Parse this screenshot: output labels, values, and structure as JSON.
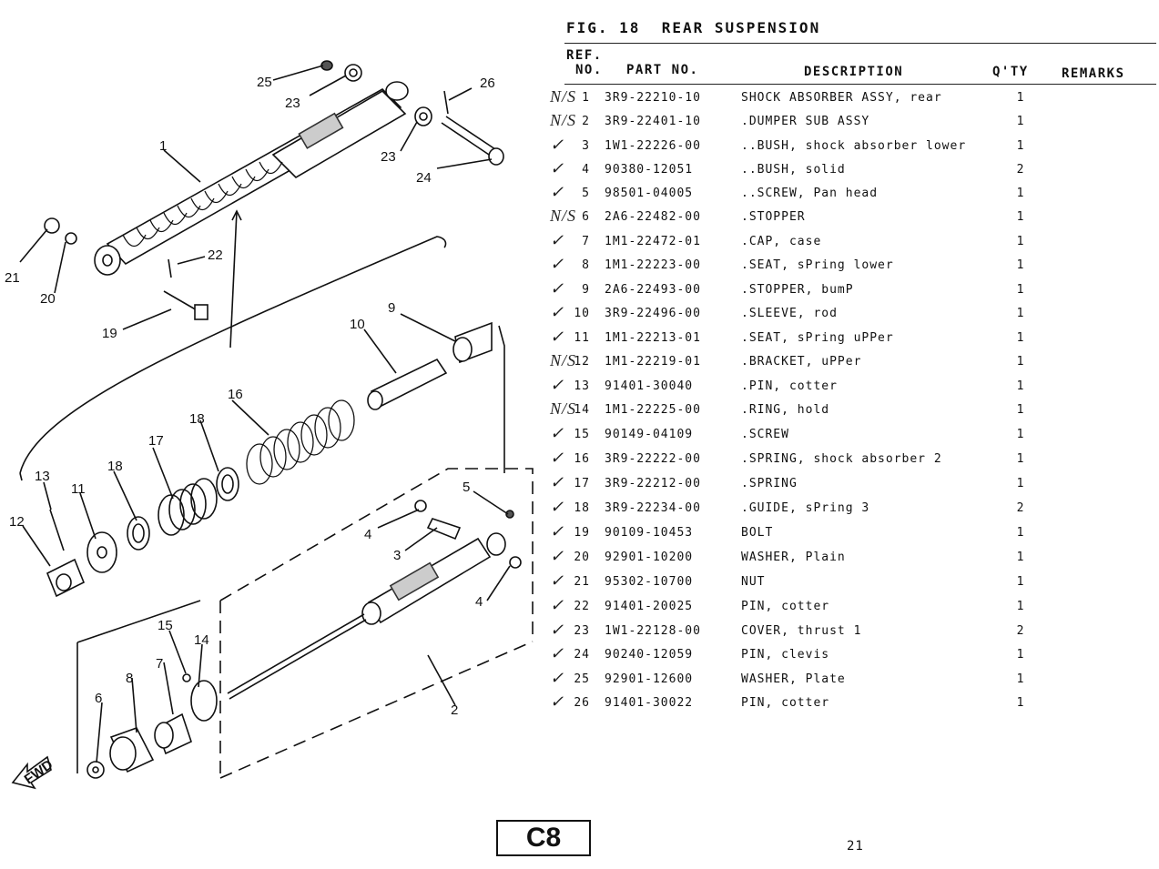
{
  "figure": {
    "label": "FIG. 18",
    "title": "REAR SUSPENSION"
  },
  "columns": {
    "ref_line1": "REF.",
    "ref_line2": "NO.",
    "part_no": "PART NO.",
    "description": "DESCRIPTION",
    "qty": "Q'TY",
    "remarks": "REMARKS"
  },
  "parts": [
    {
      "mark": "N/S",
      "ref": "1",
      "part_no": "3R9-22210-10",
      "description": "SHOCK ABSORBER ASSY, rear",
      "qty": "1",
      "remarks": ""
    },
    {
      "mark": "N/S",
      "ref": "2",
      "part_no": "3R9-22401-10",
      "description": ".DUMPER SUB ASSY",
      "qty": "1",
      "remarks": ""
    },
    {
      "mark": "✓",
      "ref": "3",
      "part_no": "1W1-22226-00",
      "description": "..BUSH, shock absorber lower",
      "qty": "1",
      "remarks": ""
    },
    {
      "mark": "✓",
      "ref": "4",
      "part_no": "90380-12051",
      "description": "..BUSH, solid",
      "qty": "2",
      "remarks": ""
    },
    {
      "mark": "✓",
      "ref": "5",
      "part_no": "98501-04005",
      "description": "..SCREW, Pan head",
      "qty": "1",
      "remarks": ""
    },
    {
      "mark": "N/S",
      "ref": "6",
      "part_no": "2A6-22482-00",
      "description": ".STOPPER",
      "qty": "1",
      "remarks": ""
    },
    {
      "mark": "✓",
      "ref": "7",
      "part_no": "1M1-22472-01",
      "description": ".CAP, case",
      "qty": "1",
      "remarks": ""
    },
    {
      "mark": "✓",
      "ref": "8",
      "part_no": "1M1-22223-00",
      "description": ".SEAT, sPring lower",
      "qty": "1",
      "remarks": ""
    },
    {
      "mark": "✓",
      "ref": "9",
      "part_no": "2A6-22493-00",
      "description": ".STOPPER, bumP",
      "qty": "1",
      "remarks": ""
    },
    {
      "mark": "✓",
      "ref": "10",
      "part_no": "3R9-22496-00",
      "description": ".SLEEVE, rod",
      "qty": "1",
      "remarks": ""
    },
    {
      "mark": "✓",
      "ref": "11",
      "part_no": "1M1-22213-01",
      "description": ".SEAT, sPring uPPer",
      "qty": "1",
      "remarks": ""
    },
    {
      "mark": "N/S",
      "ref": "12",
      "part_no": "1M1-22219-01",
      "description": ".BRACKET, uPPer",
      "qty": "1",
      "remarks": ""
    },
    {
      "mark": "✓",
      "ref": "13",
      "part_no": "91401-30040",
      "description": ".PIN, cotter",
      "qty": "1",
      "remarks": ""
    },
    {
      "mark": "N/S",
      "ref": "14",
      "part_no": "1M1-22225-00",
      "description": ".RING, hold",
      "qty": "1",
      "remarks": ""
    },
    {
      "mark": "✓",
      "ref": "15",
      "part_no": "90149-04109",
      "description": ".SCREW",
      "qty": "1",
      "remarks": ""
    },
    {
      "mark": "✓",
      "ref": "16",
      "part_no": "3R9-22222-00",
      "description": ".SPRING, shock absorber 2",
      "qty": "1",
      "remarks": ""
    },
    {
      "mark": "✓",
      "ref": "17",
      "part_no": "3R9-22212-00",
      "description": ".SPRING",
      "qty": "1",
      "remarks": ""
    },
    {
      "mark": "✓",
      "ref": "18",
      "part_no": "3R9-22234-00",
      "description": ".GUIDE, sPring 3",
      "qty": "2",
      "remarks": ""
    },
    {
      "mark": "✓",
      "ref": "19",
      "part_no": "90109-10453",
      "description": "BOLT",
      "qty": "1",
      "remarks": ""
    },
    {
      "mark": "✓",
      "ref": "20",
      "part_no": "92901-10200",
      "description": "WASHER, Plain",
      "qty": "1",
      "remarks": ""
    },
    {
      "mark": "✓",
      "ref": "21",
      "part_no": "95302-10700",
      "description": "NUT",
      "qty": "1",
      "remarks": ""
    },
    {
      "mark": "✓",
      "ref": "22",
      "part_no": "91401-20025",
      "description": "PIN, cotter",
      "qty": "1",
      "remarks": ""
    },
    {
      "mark": "✓",
      "ref": "23",
      "part_no": "1W1-22128-00",
      "description": "COVER, thrust 1",
      "qty": "2",
      "remarks": ""
    },
    {
      "mark": "✓",
      "ref": "24",
      "part_no": "90240-12059",
      "description": "PIN, clevis",
      "qty": "1",
      "remarks": ""
    },
    {
      "mark": "✓",
      "ref": "25",
      "part_no": "92901-12600",
      "description": "WASHER, Plate",
      "qty": "1",
      "remarks": ""
    },
    {
      "mark": "✓",
      "ref": "26",
      "part_no": "91401-30022",
      "description": "PIN, cotter",
      "qty": "1",
      "remarks": ""
    }
  ],
  "diagram": {
    "callouts": [
      "1",
      "2",
      "3",
      "4",
      "4",
      "5",
      "6",
      "7",
      "8",
      "9",
      "10",
      "11",
      "12",
      "13",
      "14",
      "15",
      "16",
      "17",
      "18",
      "18",
      "19",
      "20",
      "21",
      "22",
      "23",
      "23",
      "24",
      "25",
      "26"
    ],
    "fwd_label": "FWD"
  },
  "footer": {
    "page_code": "C8",
    "page_number": "21"
  }
}
